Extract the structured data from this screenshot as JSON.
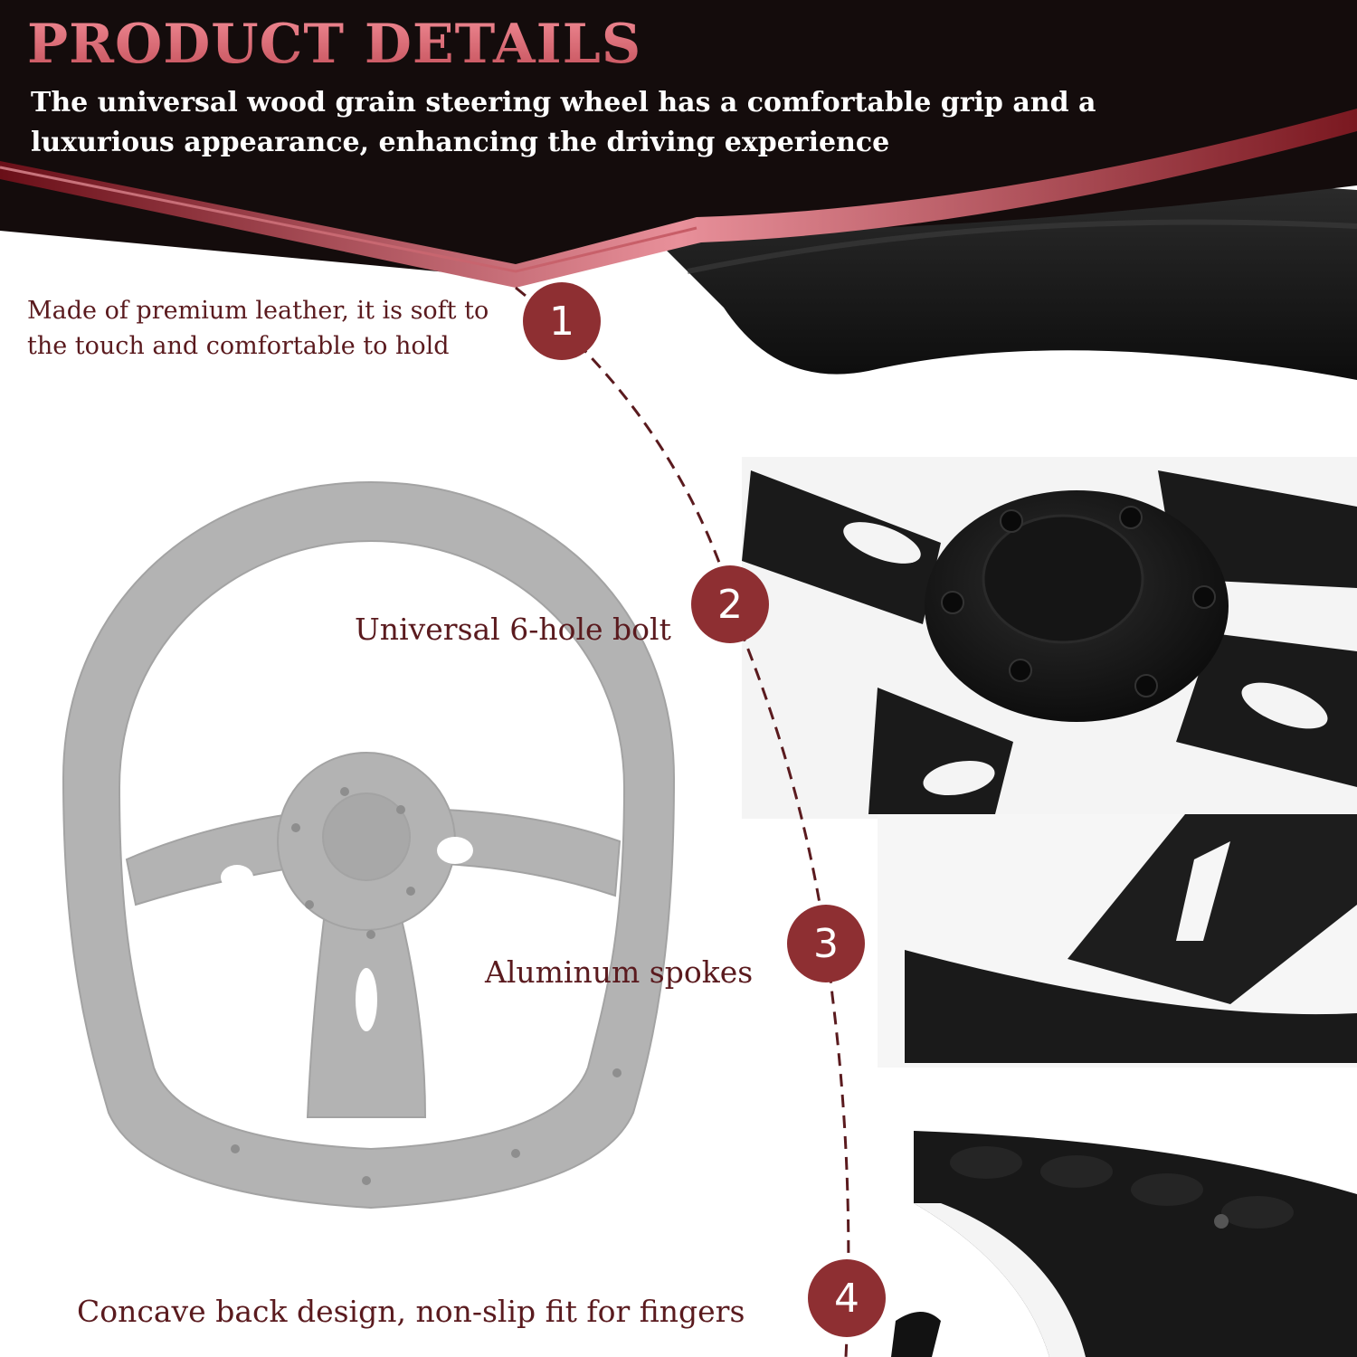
{
  "header": {
    "title": "PRODUCT DETAILS",
    "subtitle": "The universal wood grain steering wheel has a comfortable grip and a luxurious appearance, enhancing the driving experience"
  },
  "features": [
    {
      "number": "1",
      "text": "Made of premium leather, it is soft to the touch and comfortable to hold"
    },
    {
      "number": "2",
      "text": "Universal 6-hole bolt"
    },
    {
      "number": "3",
      "text": "Aluminum spokes"
    },
    {
      "number": "4",
      "text": "Concave back design, non-slip fit for fingers"
    }
  ],
  "colors": {
    "header_background": "#140c0c",
    "title_accent": "#d96e78",
    "badge": "#8e2f32",
    "feature_text": "#5a1a1e",
    "dash_line": "#5a1a1e",
    "wheel_gray": "#b3b3b3",
    "wheel_black": "#1c1c1c"
  }
}
